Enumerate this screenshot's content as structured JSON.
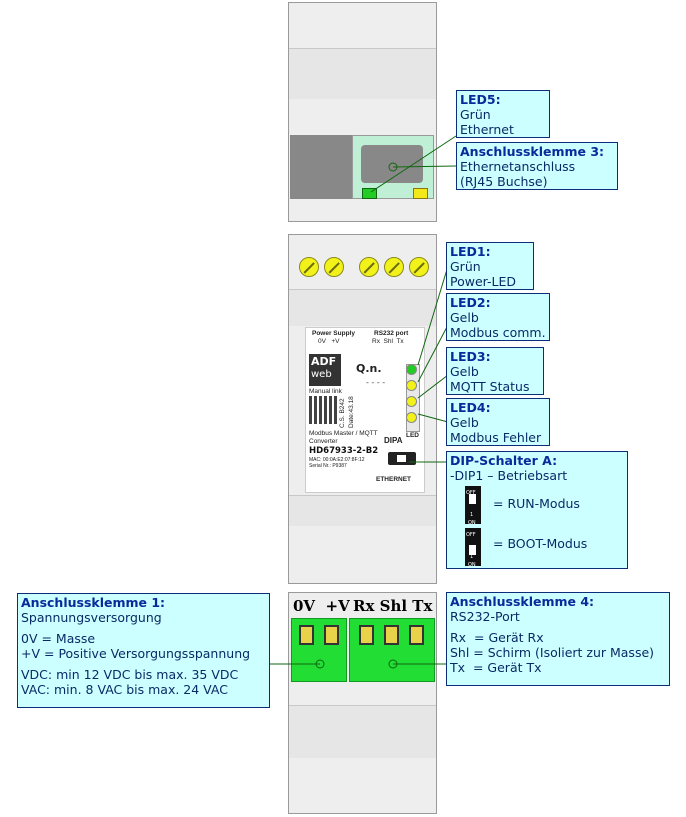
{
  "callouts": {
    "led5": {
      "title": "LED5:",
      "lines": [
        "Grün",
        "Ethernet"
      ]
    },
    "term3": {
      "title": "Anschlussklemme 3:",
      "lines": [
        "Ethernetanschluss",
        "(RJ45 Buchse)"
      ]
    },
    "led1": {
      "title": "LED1:",
      "lines": [
        "Grün",
        "Power-LED"
      ]
    },
    "led2": {
      "title": "LED2:",
      "lines": [
        "Gelb",
        "Modbus comm."
      ]
    },
    "led3": {
      "title": "LED3:",
      "lines": [
        "Gelb",
        "MQTT Status"
      ]
    },
    "led4": {
      "title": "LED4:",
      "lines": [
        "Gelb",
        "Modbus Fehler"
      ]
    },
    "dip": {
      "title": "DIP-Schalter A:",
      "line1": "-DIP1 – Betriebsart",
      "run": "= RUN-Modus",
      "boot": "= BOOT-Modus",
      "off": "OFF",
      "on": "ON",
      "num": "1"
    },
    "term1": {
      "title": "Anschlussklemme 1:",
      "line1": "Spannungsversorgung",
      "lines2": [
        "0V = Masse",
        "+V = Positive Versorgungsspannung"
      ],
      "lines3": [
        "VDC: min 12 VDC bis max. 35 VDC",
        "VAC: min. 8 VAC bis max. 24 VAC"
      ]
    },
    "term4": {
      "title": "Anschlussklemme 4:",
      "line1": "RS232-Port",
      "lines2": [
        "Rx  = Gerät Rx",
        "Shl = Schirm (Isoliert zur Masse)",
        "Tx  = Gerät Tx"
      ]
    }
  },
  "device": {
    "power_supply": "Power Supply",
    "rs232_port": "RS232 port",
    "pins_left": "0V   +V",
    "pins_right": "Rx  Shl  Tx",
    "brand_top": "ADF",
    "brand_bottom": "web",
    "qn": "Q.n.",
    "dashes": "- - - -",
    "manual_link": "Manual link",
    "cs": "C.S. B242",
    "date": "Date:43.18",
    "desc1": "Modbus Master / MQTT",
    "desc2": "Converter",
    "model": "HD67933-2-B2",
    "mac": "MAC: 00:0A:E2:07:8F:12",
    "serial": "Serial Nr.: P9387",
    "dipa": "DIPA",
    "led_label": "LED",
    "ethernet": "ETHERNET",
    "term_labels_left": "0V  +V",
    "term_labels_right": "Rx Shl Tx"
  },
  "colors": {
    "callout_bg": "#ccffff",
    "led_green": "#22cc22",
    "led_yellow": "#f2f21a",
    "terminal_green": "#22dd33"
  }
}
